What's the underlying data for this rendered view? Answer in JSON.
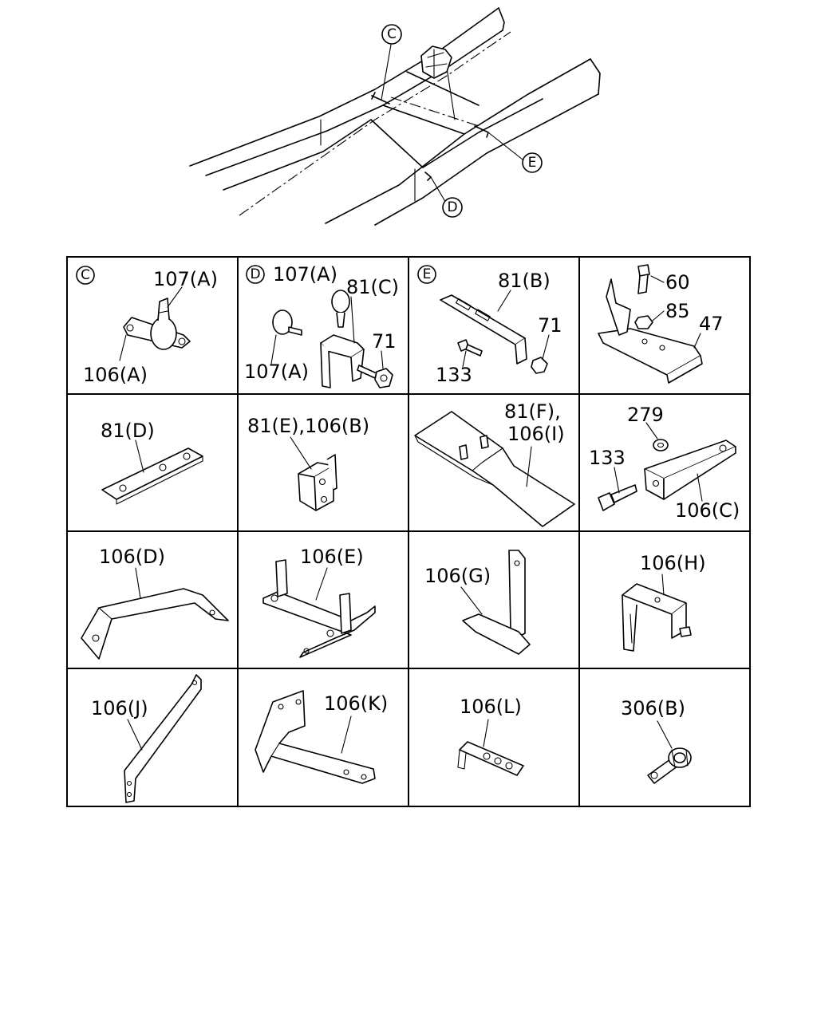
{
  "callouts": {
    "c": "C",
    "d": "D",
    "e": "E"
  },
  "panels": [
    {
      "id": "C",
      "header": "C",
      "labels": [
        "107(A)",
        "106(A)"
      ]
    },
    {
      "id": "D",
      "header": "D",
      "labels": [
        "107(A)",
        "81(C)",
        "107(A)",
        "71"
      ]
    },
    {
      "id": "E",
      "header": "E",
      "labels": [
        "81(B)",
        "71",
        "133"
      ]
    },
    {
      "id": "P4",
      "header": "",
      "labels": [
        "60",
        "85",
        "47"
      ]
    },
    {
      "id": "P5",
      "header": "",
      "labels": [
        "81(D)"
      ]
    },
    {
      "id": "P6",
      "header": "",
      "labels": [
        "81(E),106(B)"
      ]
    },
    {
      "id": "P7",
      "header": "",
      "labels": [
        "81(F),",
        "106(I)"
      ]
    },
    {
      "id": "P8",
      "header": "",
      "labels": [
        "279",
        "133",
        "106(C)"
      ]
    },
    {
      "id": "P9",
      "header": "",
      "labels": [
        "106(D)"
      ]
    },
    {
      "id": "P10",
      "header": "",
      "labels": [
        "106(E)"
      ]
    },
    {
      "id": "P11",
      "header": "",
      "labels": [
        "106(G)"
      ]
    },
    {
      "id": "P12",
      "header": "",
      "labels": [
        "106(H)"
      ]
    },
    {
      "id": "P13",
      "header": "",
      "labels": [
        "106(J)"
      ]
    },
    {
      "id": "P14",
      "header": "",
      "labels": [
        "106(K)"
      ]
    },
    {
      "id": "P15",
      "header": "",
      "labels": [
        "106(L)"
      ]
    },
    {
      "id": "P16",
      "header": "",
      "labels": [
        "306(B)"
      ]
    }
  ]
}
